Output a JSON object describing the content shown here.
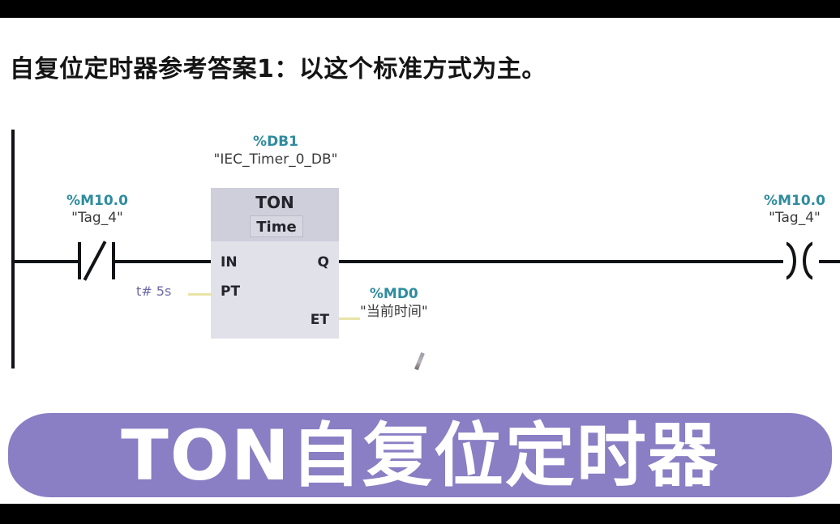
{
  "title": "自复位定时器参考答案1：以这个标准方式为主。",
  "colors": {
    "address_teal": "#2f8c9e",
    "tag_gray": "#3a3a3a",
    "constant_purple": "#6e6aa8",
    "banner_purple": "#8a7ec4",
    "block_header": "#cfcfdb",
    "block_body": "#e1e1ea",
    "wire_black": "#111316",
    "wire_yellow": "#e8e4a8"
  },
  "ladder": {
    "contact": {
      "type": "normally-closed-contact",
      "address": "%M10.0",
      "tag": "\"Tag_4\""
    },
    "block": {
      "db_address": "%DB1",
      "db_tag": "\"IEC_Timer_0_DB\"",
      "instruction": "TON",
      "data_type": "Time",
      "pins": {
        "in": "IN",
        "pt": "PT",
        "q": "Q",
        "et": "ET"
      }
    },
    "pt_constant": "t# 5s",
    "et_operand": {
      "address": "%MD0",
      "tag": "\"当前时间\""
    },
    "coil": {
      "type": "output-coil",
      "address": "%M10.0",
      "tag": "\"Tag_4\""
    }
  },
  "banner": {
    "text": "TON自复位定时器"
  }
}
